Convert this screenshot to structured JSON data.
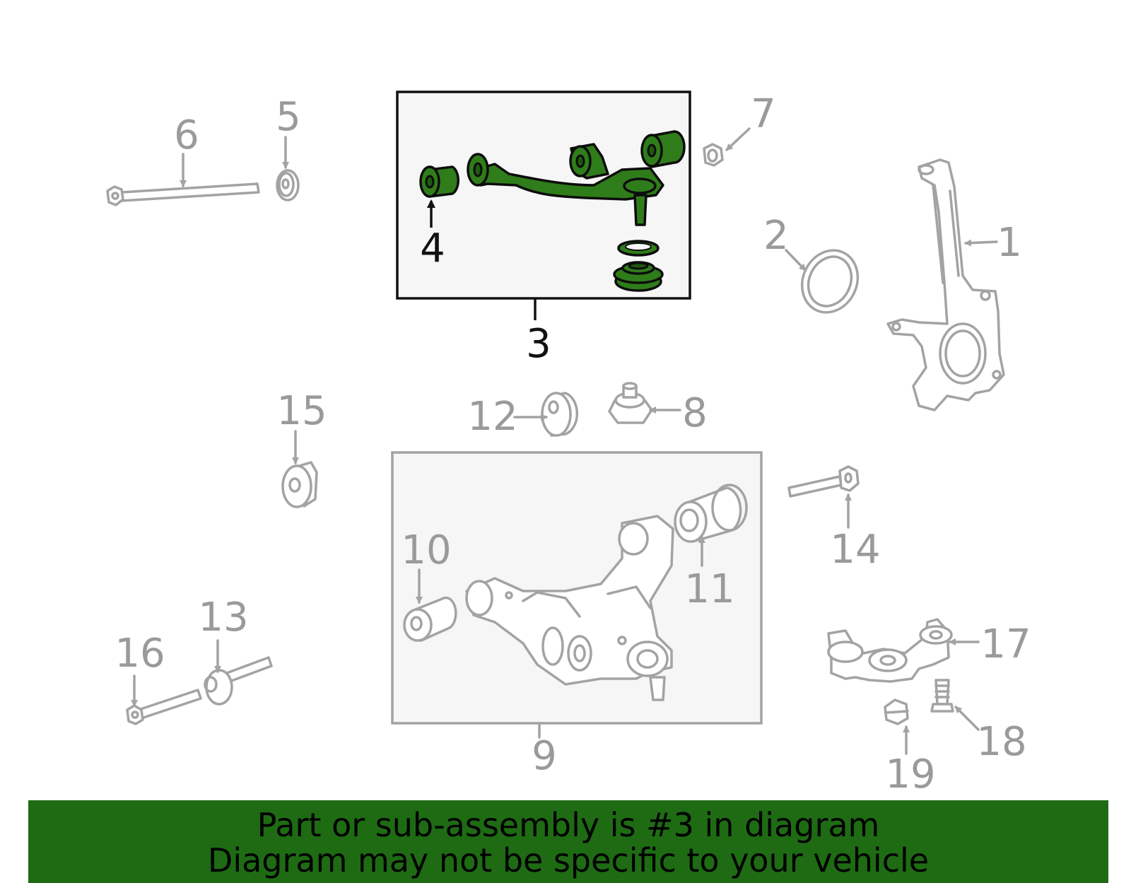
{
  "diagram": {
    "highlighted_part": "3",
    "highlight_color": "#2f7d1a",
    "callouts": [
      "1",
      "2",
      "3",
      "4",
      "5",
      "6",
      "7",
      "8",
      "9",
      "10",
      "11",
      "12",
      "13",
      "14",
      "15",
      "16",
      "17",
      "18",
      "19"
    ]
  },
  "banner": {
    "line1": "Part or sub-assembly is #3 in diagram",
    "line2": "Diagram may not be specific to your vehicle",
    "background": "#1e6b14"
  }
}
